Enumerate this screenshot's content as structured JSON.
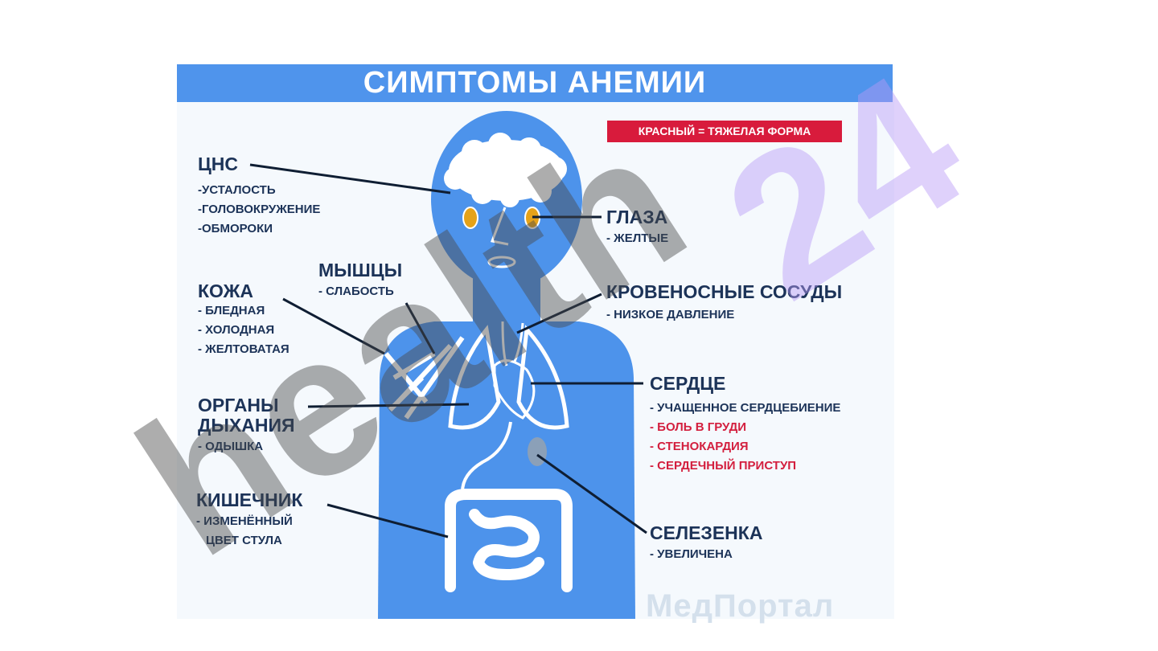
{
  "title": "СИМПТОМЫ АНЕМИИ",
  "legend": "КРАСНЫЙ = ТЯЖЕЛАЯ ФОРМА",
  "brand": "МедПортал",
  "watermark_text": "health 24",
  "colors": {
    "banner": "#4f94ec",
    "body": "#4d93eb",
    "text": "#1c3358",
    "severe": "#d31f3e",
    "legend_bg": "#d81b3c",
    "eyes": "#e5a219"
  },
  "sections": {
    "cns": {
      "title": "ЦНС",
      "items": [
        "-УСТАЛОСТЬ",
        "-ГОЛОВОКРУЖЕНИЕ",
        "-ОБМОРОКИ"
      ]
    },
    "eyes": {
      "title": "ГЛАЗА",
      "items": [
        "- ЖЕЛТЫЕ"
      ]
    },
    "muscles": {
      "title": "МЫШЦЫ",
      "items": [
        "- СЛАБОСТЬ"
      ]
    },
    "skin": {
      "title": "КОЖА",
      "items": [
        "- БЛЕДНАЯ",
        "- ХОЛОДНАЯ",
        "- ЖЕЛТОВАТАЯ"
      ]
    },
    "vessels": {
      "title": "КРОВЕНОСНЫЕ СОСУДЫ",
      "items": [
        "- НИЗКОЕ ДАВЛЕНИЕ"
      ]
    },
    "heart": {
      "title": "СЕРДЦЕ",
      "items": [
        "- УЧАЩЕННОЕ СЕРДЦЕБИЕНИЕ"
      ],
      "severe_items": [
        "- БОЛЬ В ГРУДИ",
        "- СТЕНОКАРДИЯ",
        "- СЕРДЕЧНЫЙ ПРИСТУП"
      ]
    },
    "lungs": {
      "title_line1": "ОРГАНЫ",
      "title_line2": "ДЫХАНИЯ",
      "items": [
        "- ОДЫШКА"
      ]
    },
    "intestine": {
      "title": "КИШЕЧНИК",
      "items": [
        "- ИЗМЕНЁННЫЙ",
        "ЦВЕТ СТУЛА"
      ]
    },
    "spleen": {
      "title": "СЕЛЕЗЕНКА",
      "items": [
        "- УВЕЛИЧЕНА"
      ]
    }
  }
}
